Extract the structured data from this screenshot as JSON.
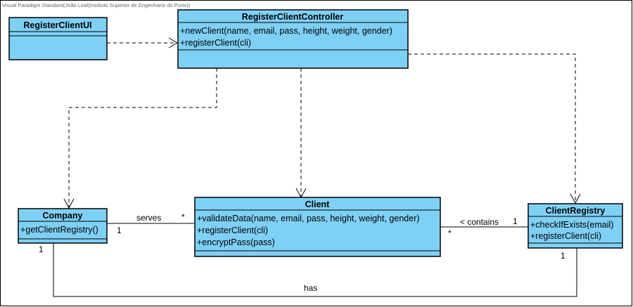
{
  "watermark": "Visual Paradigm Standard(João Leal(Instituto Superior de Engenharia do Porto))",
  "colors": {
    "class_fill": "#7fd0f5",
    "stroke": "#000000"
  },
  "classes": {
    "register_client_ui": {
      "name": "RegisterClientUI",
      "operations": []
    },
    "register_client_controller": {
      "name": "RegisterClientController",
      "operations": [
        "+newClient(name, email, pass, height, weight, gender)",
        "+registerClient(cli)"
      ]
    },
    "company": {
      "name": "Company",
      "operations": [
        "+getClientRegistry()"
      ]
    },
    "client": {
      "name": "Client",
      "operations": [
        "+validateData(name, email, pass, height, weight, gender)",
        "+registerClient(cli)",
        "+encryptPass(pass)"
      ]
    },
    "client_registry": {
      "name": "ClientRegistry",
      "operations": [
        "+checkIfExists(email)",
        "+registerClient(cli)"
      ]
    }
  },
  "associations": {
    "serves": {
      "label": "serves",
      "company_mult": "1",
      "client_mult": "*"
    },
    "contains": {
      "label": "< contains",
      "registry_mult": "1",
      "client_mult": "*"
    },
    "has": {
      "label": "has",
      "company_mult": "1",
      "registry_mult": "1"
    }
  }
}
